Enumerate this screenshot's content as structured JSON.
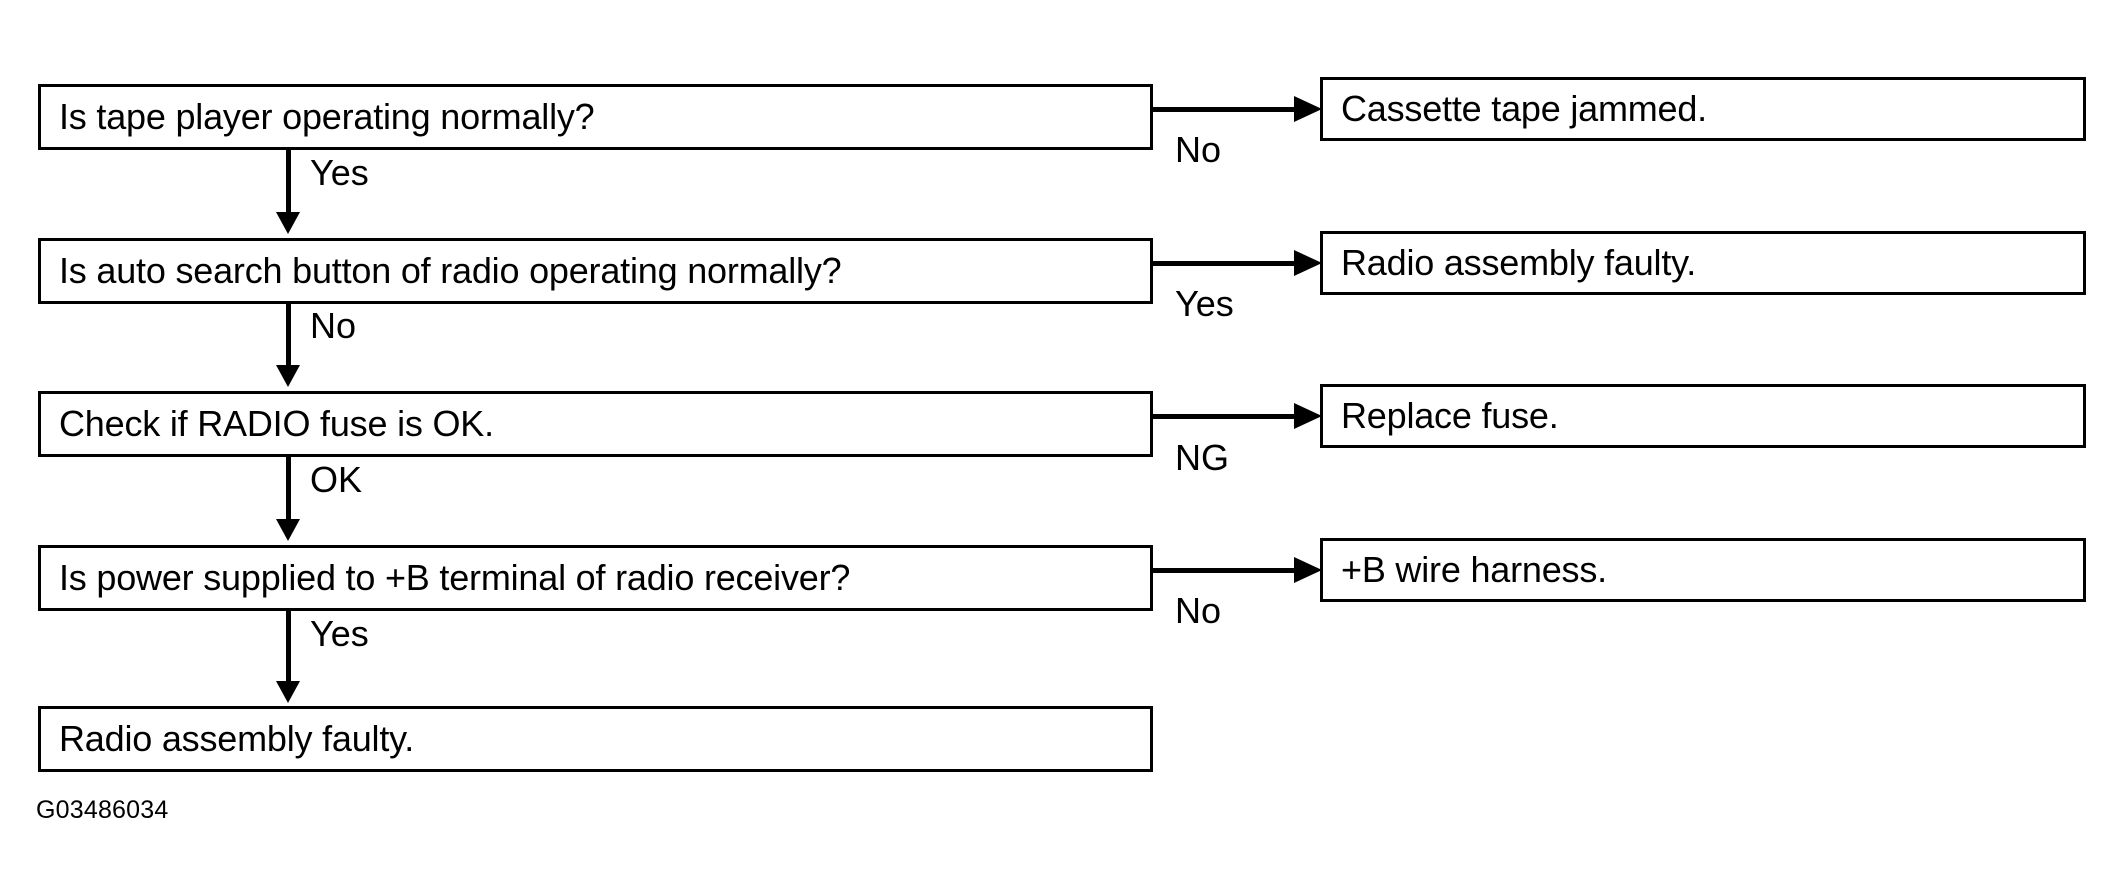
{
  "figure": {
    "code": "G03486034",
    "type": "troubleshooting-flowchart",
    "background_color": "#ffffff",
    "line_color": "#000000"
  },
  "flow": {
    "steps": [
      {
        "id": "step-1",
        "question": "Is tape player operating normally?",
        "down_label": "Yes",
        "branch_label": "No",
        "branch_result": "Cassette tape jammed."
      },
      {
        "id": "step-2",
        "question": "Is auto search button of radio operating normally?",
        "down_label": "No",
        "branch_label": "Yes",
        "branch_result": "Radio assembly faulty."
      },
      {
        "id": "step-3",
        "question": "Check if RADIO fuse is OK.",
        "down_label": "OK",
        "branch_label": "NG",
        "branch_result": "Replace fuse."
      },
      {
        "id": "step-4",
        "question": "Is power supplied to +B terminal of radio receiver?",
        "down_label": "Yes",
        "branch_label": "No",
        "branch_result": "+B wire harness."
      }
    ],
    "final": {
      "id": "step-5",
      "result": "Radio assembly faulty."
    }
  }
}
